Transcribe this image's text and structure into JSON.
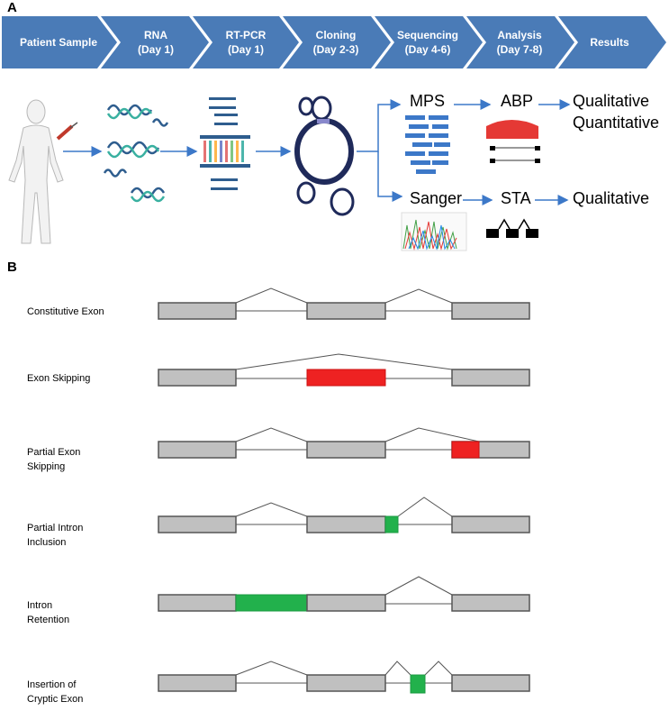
{
  "panel_a": {
    "letter": "A",
    "steps": [
      {
        "title": "Patient Sample",
        "day": ""
      },
      {
        "title": "RNA",
        "day": "(Day 1)"
      },
      {
        "title": "RT-PCR",
        "day": "(Day 1)"
      },
      {
        "title": "Cloning",
        "day": "(Day 2-3)"
      },
      {
        "title": "Sequencing",
        "day": "(Day 4-6)"
      },
      {
        "title": "Analysis",
        "day": "(Day 7-8)"
      },
      {
        "title": "Results",
        "day": ""
      }
    ],
    "branches": {
      "top": {
        "method": "MPS",
        "analysis": "ABP",
        "result_1": "Qualitative",
        "result_2": "Quantitative"
      },
      "bottom": {
        "method": "Sanger",
        "analysis": "STA",
        "result_1": "Qualitative"
      }
    },
    "colors": {
      "arrow_fill": "#4a7bb7",
      "flow_arrow": "#3c78c8"
    }
  },
  "panel_b": {
    "letter": "B",
    "rows": [
      {
        "line1": "Constitutive Exon",
        "line2": ""
      },
      {
        "line1": "Exon Skipping",
        "line2": ""
      },
      {
        "line1": "Partial Exon",
        "line2": "Skipping"
      },
      {
        "line1": "Partial Intron",
        "line2": "Inclusion"
      },
      {
        "line1": "Intron",
        "line2": "Retention"
      },
      {
        "line1": "Insertion of",
        "line2": "Cryptic Exon"
      }
    ],
    "colors": {
      "exon": "#c0c0c0",
      "exon_border": "#555555",
      "aberrant_red": "#ee2222",
      "aberrant_green": "#22b14c"
    }
  }
}
